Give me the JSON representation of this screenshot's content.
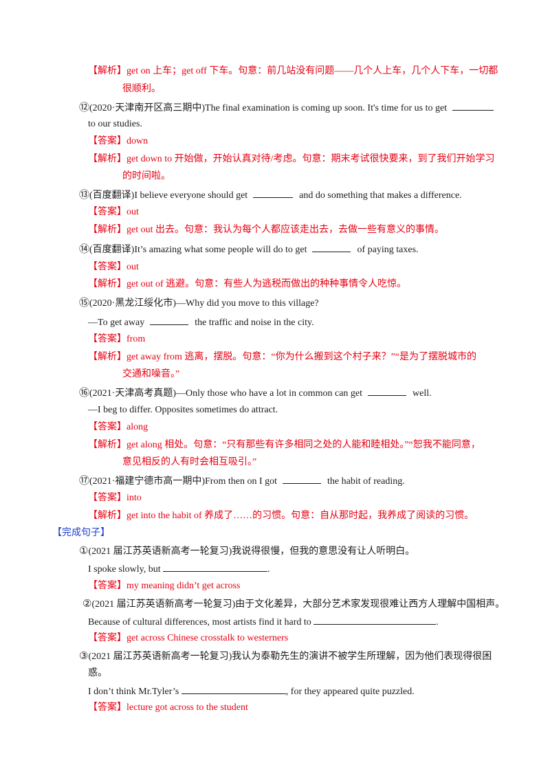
{
  "items": [
    {
      "analysis": {
        "label": "【解析】",
        "lines": [
          "get on 上车；get off  下车。句意：前几站没有问题——几个人上车，几个人下车，一切都",
          "很顺利。"
        ]
      }
    },
    {
      "num": "⑫",
      "source": "(2020·天津南开区高三期中)",
      "q1": "The final examination is coming up soon. It's time for us to get",
      "q2": "to  our studies.",
      "answer": {
        "label": "【答案】",
        "text": "down"
      },
      "analysis": {
        "label": "【解析】",
        "lines": [
          "get down to 开始做，开始认真对待/考虑。句意：期末考试很快要来，到了我们开始学习",
          "的时间啦。"
        ]
      }
    },
    {
      "num": "⑬",
      "source": "(百度翻译)",
      "q1": "I believe everyone should get",
      "q1b": "and do something that makes a difference.",
      "answer": {
        "label": "【答案】",
        "text": "out"
      },
      "analysis": {
        "label": "【解析】",
        "lines": [
          "get out 出去。句意：我认为每个人都应该走出去，去做一些有意义的事情。"
        ]
      }
    },
    {
      "num": "⑭",
      "source": "(百度翻译)",
      "q1": "It’s amazing what  some  people will do to get",
      "q1b": "of paying taxes.",
      "answer": {
        "label": "【答案】",
        "text": "out"
      },
      "analysis": {
        "label": "【解析】",
        "lines": [
          "get out of 逃避。句意：有些人为逃税而做出的种种事情令人吃惊。"
        ]
      }
    },
    {
      "num": "⑮",
      "source": "(2020·黑龙江绥化市)",
      "q1": "—Why did you move to this village?",
      "q2": "—To  get away",
      "q2b": "the traffic and noise in the city.",
      "answer": {
        "label": "【答案】",
        "text": "from"
      },
      "analysis": {
        "label": "【解析】",
        "lines": [
          "get away from 逃离，摆脱。句意：“你为什么搬到这个村子来？”“是为了摆脱城市的",
          "交通和噪音。”"
        ]
      }
    },
    {
      "num": "⑯",
      "source": "(2021·天津高考真题)",
      "q1": "—Only those who have a lot in common can get",
      "q1b": "well.",
      "q2": "—I beg to differ. Opposites sometimes do attract.",
      "answer": {
        "label": "【答案】",
        "text": "along"
      },
      "analysis": {
        "label": "【解析】",
        "lines": [
          "get along 相处。句意：“只有那些有许多相同之处的人能和睦相处。”“恕我不能同意，",
          "意见相反的人有时会相互吸引。”"
        ]
      }
    },
    {
      "num": "⑰",
      "source": "(2021·福建宁德市高一期中)",
      "q1": "From then on I got",
      "q1b": "the habit of reading.",
      "answer": {
        "label": "【答案】",
        "text": "into"
      },
      "analysis": {
        "label": "【解析】",
        "lines": [
          "get into the habit of 养成了……的习惯。句意：自从那时起，我养成了阅读的习惯。"
        ]
      }
    }
  ],
  "section": {
    "title": "【完成句子】"
  },
  "sentences": [
    {
      "num": "①",
      "source": "(2021 届江苏英语新高考一轮复习)",
      "cn": "我说得很慢，但我的意思没有让人听明白。",
      "en": "I spoke slowly, but",
      "en_end": ".",
      "answer": {
        "label": "【答案】",
        "text": "my meaning didn’t  get across"
      }
    },
    {
      "num": "②",
      "source": "(2021 届江苏英语新高考一轮复习)",
      "cn": "由于文化差异，大部分艺术家发现很难让西方人理解中国相声。",
      "en": "Because of cultural differences, most artists find it hard to",
      "en_end": ".",
      "answer": {
        "label": "【答案】",
        "text": "get across  Chinese crosstalk to westerners"
      }
    },
    {
      "num": "③",
      "source": "(2021 届江苏英语新高考一轮复习)",
      "cn": "我认为泰勒先生的演讲不被学生所理解，因为他们表现得很困",
      "cn2": "惑。",
      "en": "I don’t think Mr.Tyler’s",
      "en_end": ", for they appeared quite puzzled.",
      "answer": {
        "label": "【答案】",
        "text": "lecture  got across to   the student"
      }
    }
  ],
  "colors": {
    "red": "#e60012",
    "blue": "#1e3cc8",
    "text": "#1a1a1a"
  }
}
